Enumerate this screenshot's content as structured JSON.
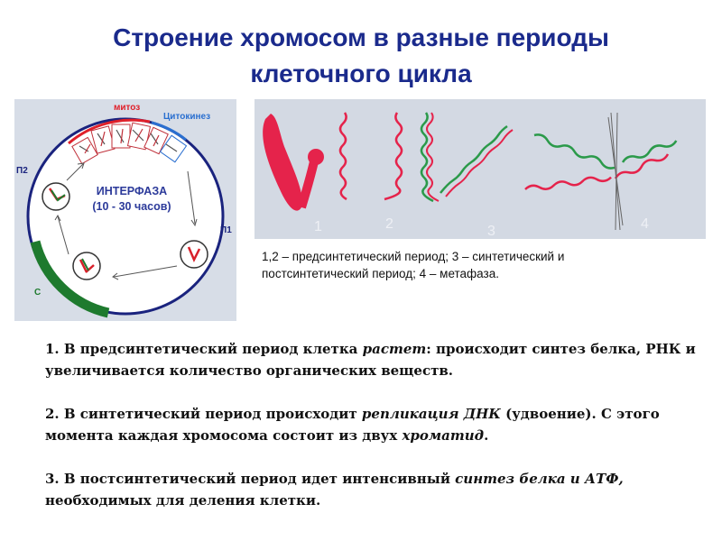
{
  "title": {
    "line1": "Строение хромосом в разные периоды",
    "line2": "клеточного цикла"
  },
  "cycle": {
    "mitosis_label": "митоз",
    "cytokinesis_label": "Цитокинез",
    "interphase_label": "ИНТЕРФАЗА",
    "duration_label": "(10 - 30 часов)",
    "g1_label": "П1",
    "g2_label": "П2",
    "s_label": "С",
    "colors": {
      "mitosis": "#e0202a",
      "cytokinesis": "#2a6fd0",
      "s_phase": "#1e7a2e",
      "ring": "#1a237e"
    }
  },
  "chromosomes": {
    "numbers": [
      "1",
      "2",
      "3",
      "4"
    ],
    "colors": {
      "red": "#e5234b",
      "green": "#2b9a4a"
    }
  },
  "caption": {
    "line1": "1,2 – предсинтетический период;  3 – синтетический и",
    "line2": "постсинтетический период; 4 –  метафаза."
  },
  "notes": {
    "p1": {
      "part1": "1. В предсинтетический период клетка ",
      "em1": "растет",
      "part2": ": происходит синтез белка, РНК и увеличивается количество органических веществ."
    },
    "p2": {
      "part1": "2. В синтетический период происходит ",
      "em1": "репликация ДНК",
      "part2": " (удвоение).     С этого момента каждая хромосома состоит из двух ",
      "em2": "хроматид",
      "part3": "."
    },
    "p3": {
      "part1": "3. В постсинтетический период идет интенсивный ",
      "em1": "синтез белка и АТФ,",
      "part2": " необходимых для деления клетки."
    }
  }
}
